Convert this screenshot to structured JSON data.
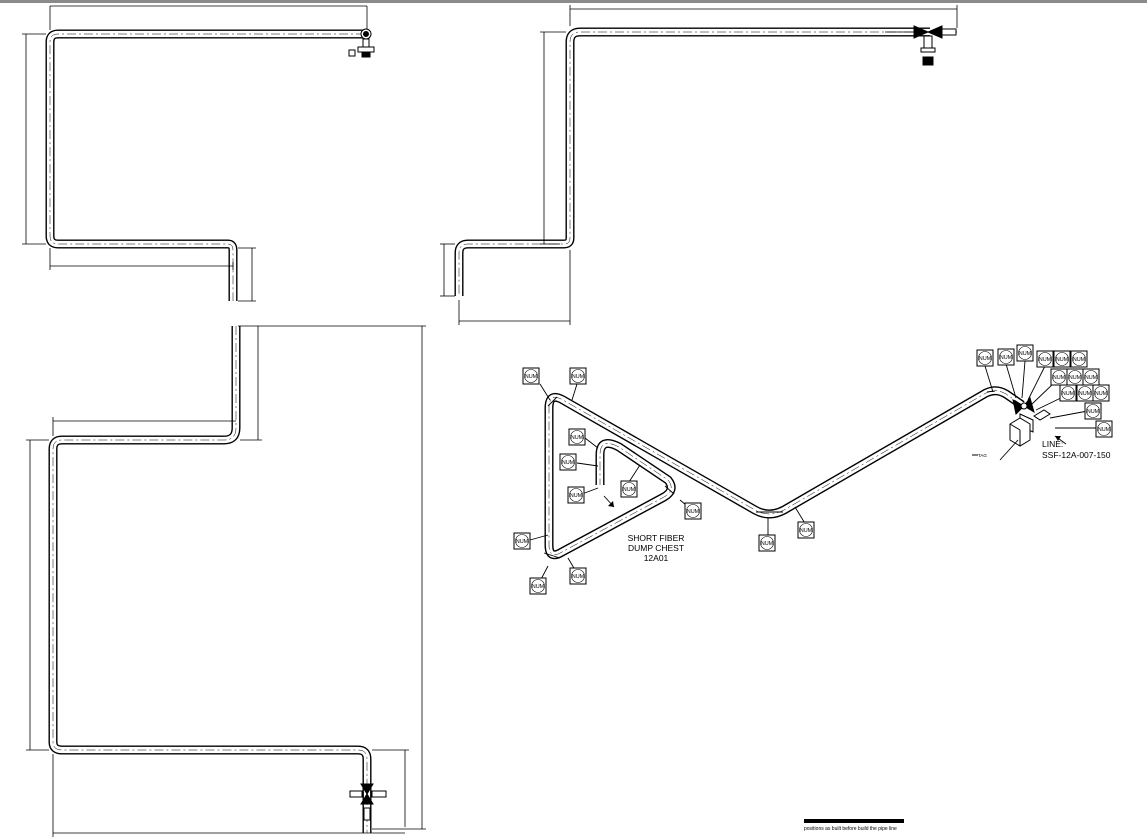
{
  "tag_label": "NUM",
  "chest_label": {
    "line1": "SHORT FIBER",
    "line2": "DUMP CHEST",
    "line3": "12A01"
  },
  "line_label": {
    "title": "LINE:",
    "code": "SSF-12A-007-150"
  },
  "small_tag_text": "TAG",
  "footer_note": "positions as built before build the pipe line"
}
